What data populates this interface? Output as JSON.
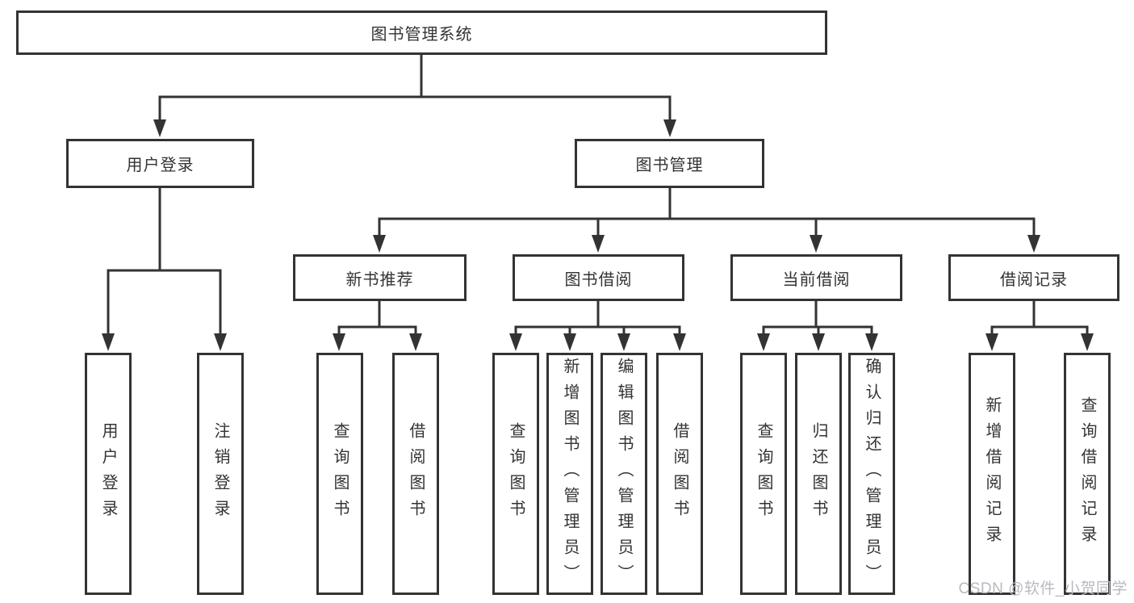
{
  "diagram_title": "图书管理系统",
  "tree": {
    "label": "图书管理系统",
    "children": [
      {
        "label": "用户登录",
        "children": [
          {
            "label": "用户登录"
          },
          {
            "label": "注销登录"
          }
        ]
      },
      {
        "label": "图书管理",
        "children": [
          {
            "label": "新书推荐",
            "children": [
              {
                "label": "查询图书"
              },
              {
                "label": "借阅图书"
              }
            ]
          },
          {
            "label": "图书借阅",
            "children": [
              {
                "label": "查询图书"
              },
              {
                "label": "新增图书（管理员）"
              },
              {
                "label": "编辑图书（管理员）"
              },
              {
                "label": "借阅图书"
              }
            ]
          },
          {
            "label": "当前借阅",
            "children": [
              {
                "label": "查询图书"
              },
              {
                "label": "归还图书"
              },
              {
                "label": "确认归还（管理员）"
              }
            ]
          },
          {
            "label": "借阅记录",
            "children": [
              {
                "label": "新增借阅记录"
              },
              {
                "label": "查询借阅记录"
              }
            ]
          }
        ]
      }
    ]
  },
  "watermark": "CSDN @软件_小贺同学",
  "colors": {
    "line": "#333333",
    "text": "#333333",
    "background": "#ffffff",
    "watermark": "#b7bac0"
  }
}
